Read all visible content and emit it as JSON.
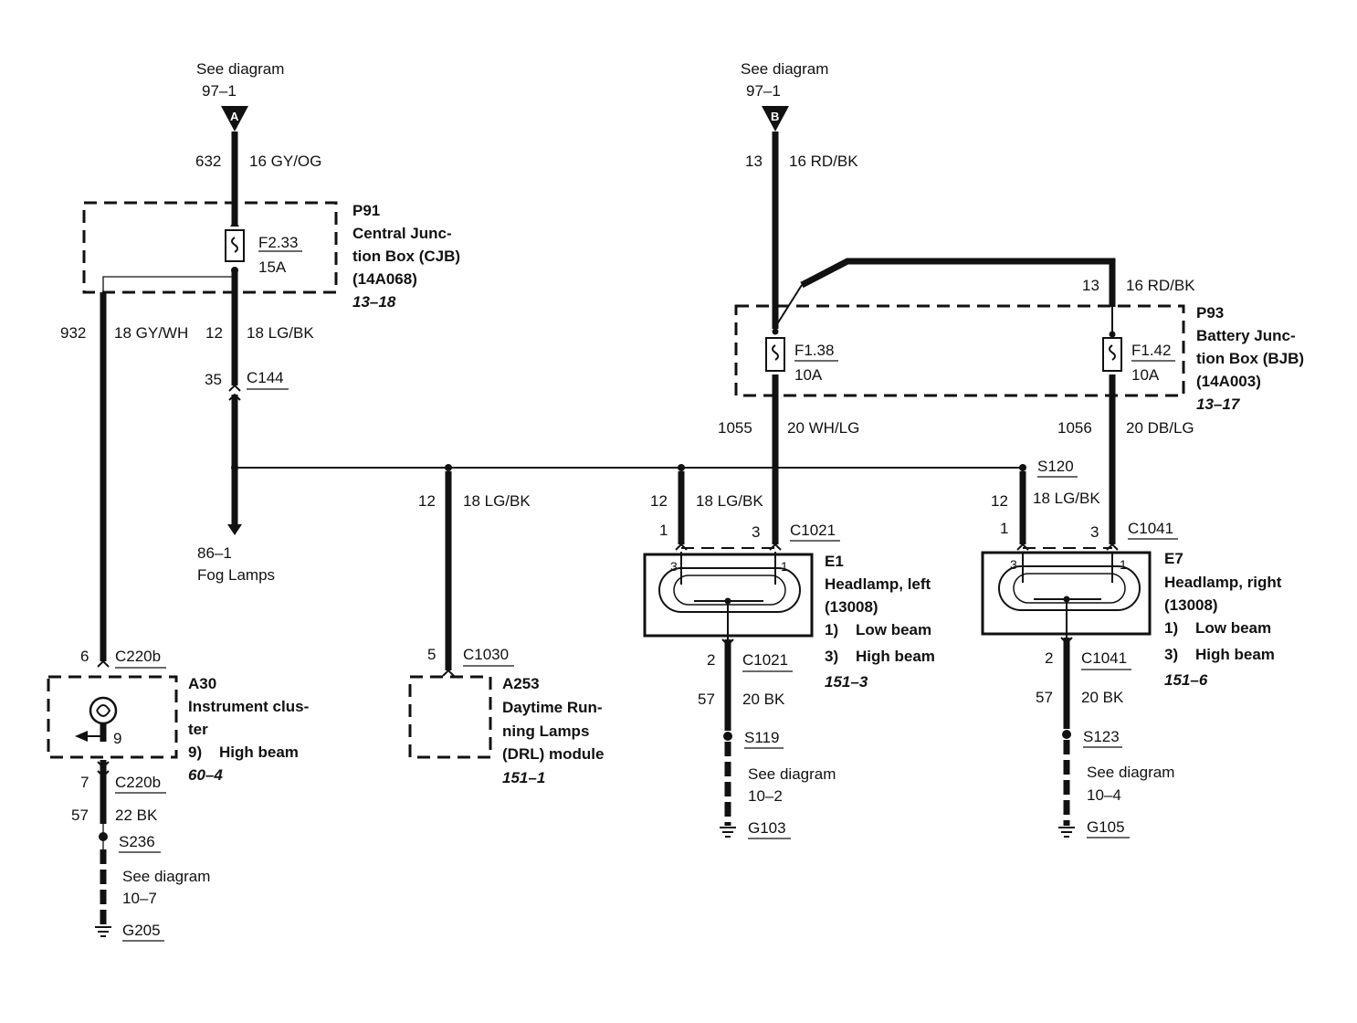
{
  "refs": {
    "a_see": "See diagram",
    "a_num": "97–1",
    "a_letter": "A",
    "b_see": "See diagram",
    "b_num": "97–1",
    "b_letter": "B"
  },
  "wires": {
    "w632_circuit": "632",
    "w632_gauge": "16 GY/OG",
    "w13_circuit": "13",
    "w13_gauge": "16 RD/BK",
    "w13b_circuit": "13",
    "w13b_gauge": "16 RD/BK",
    "w932_circuit": "932",
    "w932_gauge": "18 GY/WH",
    "w12a_circuit": "12",
    "w12a_gauge": "18 LG/BK",
    "w1055_circuit": "1055",
    "w1055_gauge": "20 WH/LG",
    "w1056_circuit": "1056",
    "w1056_gauge": "20 DB/LG",
    "w12_drl_circuit": "12",
    "w12_drl_gauge": "18 LG/BK",
    "w12_left_circuit": "12",
    "w12_left_gauge": "18 LG/BK",
    "w12_right_circuit": "12",
    "w12_right_gauge": "18 LG/BK",
    "w57_left_circuit": "57",
    "w57_left_gauge": "20 BK",
    "w57_right_circuit": "57",
    "w57_right_gauge": "20 BK",
    "w57_cluster_circuit": "57",
    "w57_cluster_gauge": "22 BK"
  },
  "p91": {
    "id": "P91",
    "name1": "Central Junc-",
    "name2": "tion Box (CJB)",
    "part": "(14A068)",
    "ref": "13–18",
    "fuse": "F2.33",
    "rating": "15A"
  },
  "p93": {
    "id": "P93",
    "name1": "Battery Junc-",
    "name2": "tion Box (BJB)",
    "part": "(14A003)",
    "ref": "13–17",
    "fuse_left": "F1.38",
    "rating_left": "10A",
    "fuse_right": "F1.42",
    "rating_right": "10A"
  },
  "c144": {
    "pin": "35",
    "name": "C144"
  },
  "fog": {
    "ref": "86–1",
    "label": "Fog Lamps"
  },
  "splice_s120": "S120",
  "a30": {
    "id": "A30",
    "name1": "Instrument clus-",
    "name2": "ter",
    "pin_item": "9)",
    "pin_desc": "High beam",
    "ref": "60–4",
    "pin_inner": "9",
    "conn_top_pin": "6",
    "conn_top": "C220b",
    "conn_bot_pin": "7",
    "conn_bot": "C220b",
    "splice": "S236",
    "see": "See diagram",
    "see_num": "10–7",
    "ground": "G205"
  },
  "a253": {
    "id": "A253",
    "name1": "Daytime Run-",
    "name2": "ning Lamps",
    "name3": "(DRL) module",
    "ref": "151–1",
    "conn_pin": "5",
    "conn": "C1030"
  },
  "e1": {
    "id": "E1",
    "name1": "Headlamp, left",
    "part": "(13008)",
    "item1_num": "1)",
    "item1": "Low beam",
    "item3_num": "3)",
    "item3": "High beam",
    "ref": "151–3",
    "pin_a": "1",
    "pin_b": "3",
    "conn": "C1021",
    "inner_left": "3",
    "inner_right": "1",
    "gnd_pin": "2",
    "gnd_conn": "C1021",
    "splice": "S119",
    "see": "See diagram",
    "see_num": "10–2",
    "ground": "G103"
  },
  "e7": {
    "id": "E7",
    "name1": "Headlamp, right",
    "part": "(13008)",
    "item1_num": "1)",
    "item1": "Low beam",
    "item3_num": "3)",
    "item3": "High beam",
    "ref": "151–6",
    "pin_a": "1",
    "pin_b": "3",
    "conn": "C1041",
    "inner_left": "3",
    "inner_right": "1",
    "gnd_pin": "2",
    "gnd_conn": "C1041",
    "splice": "S123",
    "see": "See diagram",
    "see_num": "10–4",
    "ground": "G105"
  }
}
